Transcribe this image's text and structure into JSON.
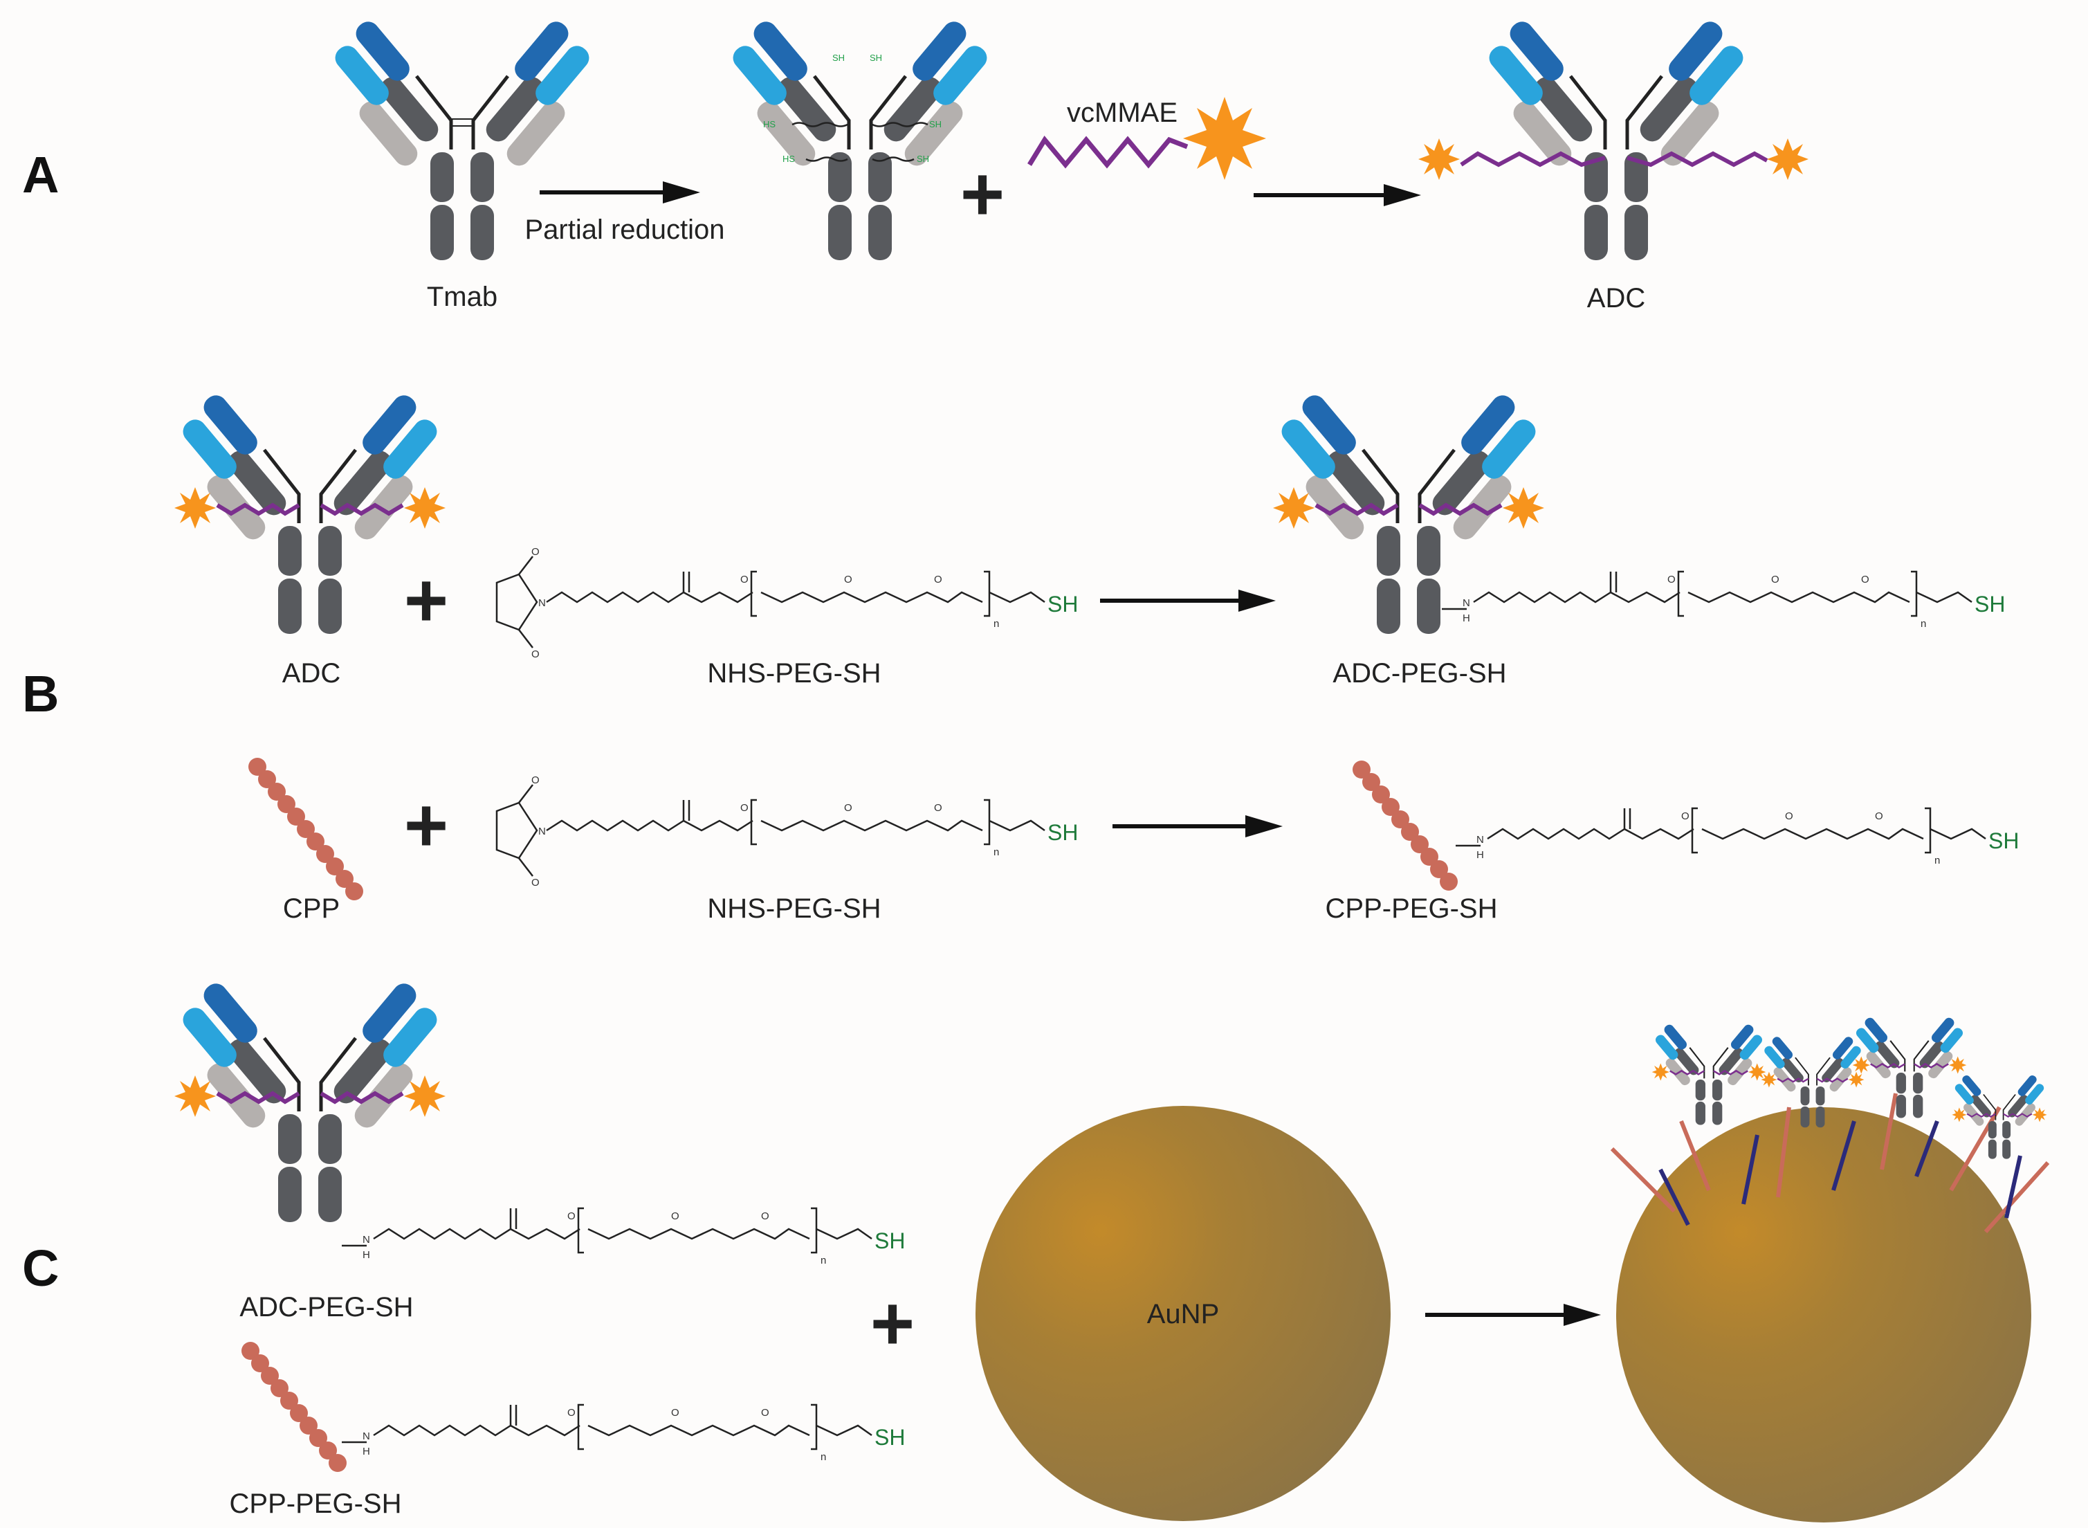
{
  "panels": {
    "a": "A",
    "b": "B",
    "c": "C"
  },
  "labels": {
    "tmab": "Tmab",
    "partial_reduction": "Partial reduction",
    "vcmmae": "vcMMAE",
    "adc_a": "ADC",
    "adc_b": "ADC",
    "nhs_peg_sh_1": "NHS-PEG-SH",
    "adc_peg_sh_b": "ADC-PEG-SH",
    "cpp": "CPP",
    "nhs_peg_sh_2": "NHS-PEG-SH",
    "cpp_peg_sh_b": "CPP-PEG-SH",
    "adc_peg_sh_c": "ADC-PEG-SH",
    "cpp_peg_sh_c": "CPP-PEG-SH",
    "aunp": "AuNP"
  },
  "chem": {
    "sh": "SH",
    "o": "O",
    "n": "N",
    "h": "H",
    "sub_n": "n",
    "hs": "HS"
  },
  "colors": {
    "antibody_dark_blue": "#2169b0",
    "antibody_light_blue": "#2aa4dc",
    "antibody_light_gray": "#b4b0ae",
    "antibody_dark_gray": "#585a5e",
    "drug_orange": "#f7941d",
    "linker_purple": "#7b2f8e",
    "cpp_bead": "#c96b5a",
    "thiol_green": "#1e7a3a",
    "gold": "#9c7a38"
  }
}
